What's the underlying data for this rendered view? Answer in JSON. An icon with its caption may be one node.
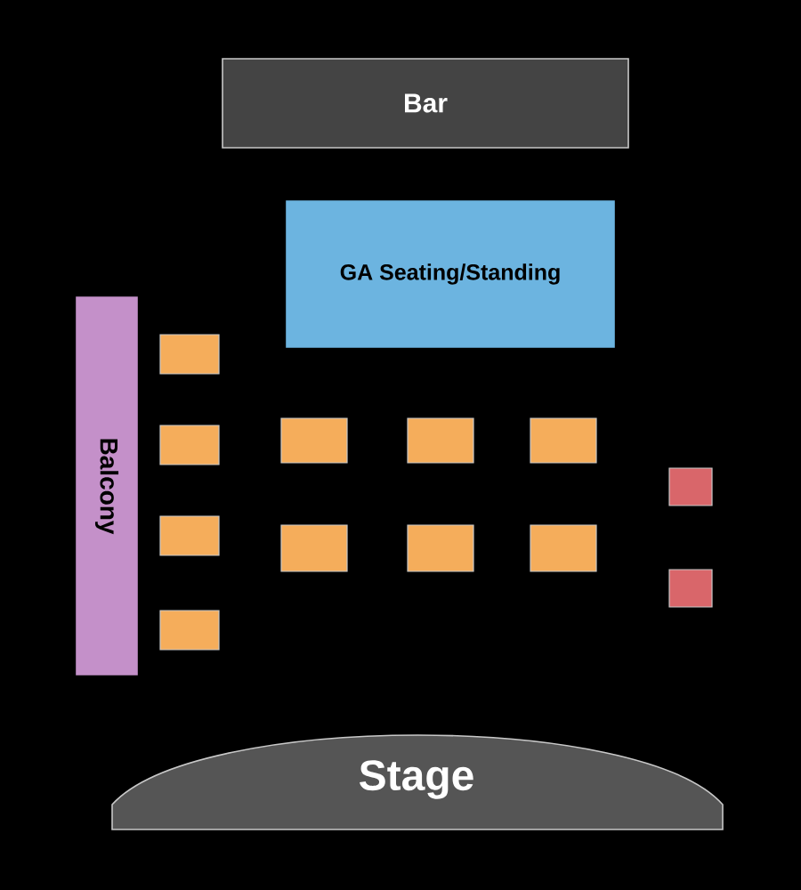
{
  "diagram": {
    "nodes": [
      {
        "text": [
          "Bar"
        ]
      },
      {
        "text": [
          "GA Seating/Standing"
        ]
      },
      {
        "text": [
          "Balcony"
        ]
      },
      {
        "text": [],
        "shape": "box"
      },
      {
        "text": [],
        "shape": "box"
      },
      {
        "text": [],
        "shape": "box"
      },
      {
        "text": [],
        "shape": "box"
      },
      {
        "text": [],
        "shape": "box"
      },
      {
        "text": [],
        "shape": "box"
      },
      {
        "text": [],
        "shape": "box"
      },
      {
        "text": [],
        "shape": "box"
      },
      {
        "text": [],
        "shape": "box"
      },
      {
        "text": [],
        "shape": "box"
      },
      {
        "text": [],
        "shape": "box"
      },
      {
        "text": [],
        "shape": "box"
      },
      {
        "text": [
          "Stage"
        ]
      }
    ]
  }
}
